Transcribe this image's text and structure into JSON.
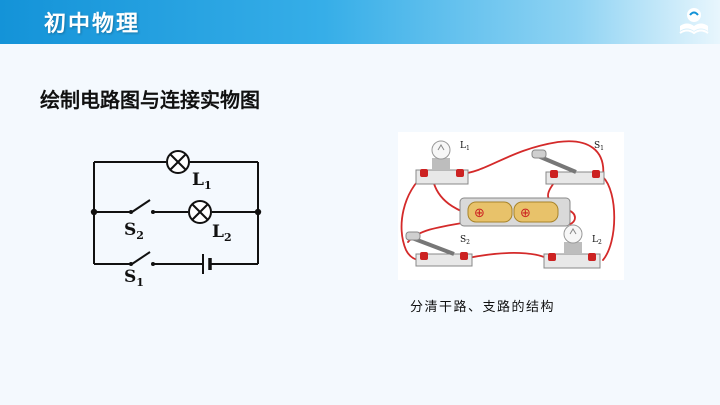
{
  "header": {
    "title": "初中物理"
  },
  "slide": {
    "title": "绘制电路图与连接实物图"
  },
  "schematic": {
    "labels": {
      "L1_main": "L",
      "L1_sub": "1",
      "L2_main": "L",
      "L2_sub": "2",
      "S1_main": "S",
      "S1_sub": "1",
      "S2_main": "S",
      "S2_sub": "2"
    }
  },
  "photo": {
    "labels": {
      "L1_main": "L",
      "L1_sub": "1",
      "S1_main": "S",
      "S1_sub": "1",
      "S2_main": "S",
      "S2_sub": "2",
      "L2_main": "L",
      "L2_sub": "2"
    },
    "battery_sign": "⊕"
  },
  "caption": "分清干路、支路的结构",
  "colors": {
    "header": "#1493d8",
    "wire": "#d42a2a",
    "terminal": "#cc2222"
  }
}
